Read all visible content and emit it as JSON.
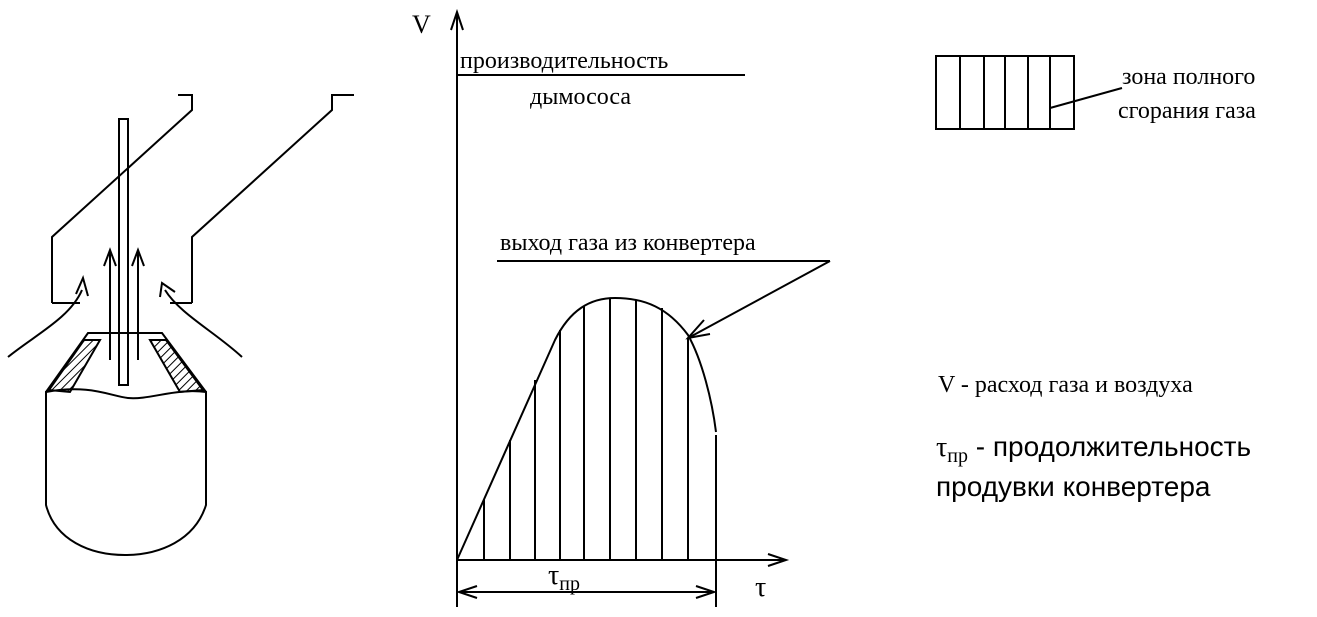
{
  "graph": {
    "y_axis_label": "V",
    "x_axis_label": "τ",
    "fan_capacity_line1": "производительность",
    "fan_capacity_line2": "дымососа",
    "gas_output_label": "выход газа из конвертера",
    "duration_symbol": "τ",
    "duration_subscript": "пр"
  },
  "legend": {
    "zone_line1": "зона полного",
    "zone_line2": "сгорания газа",
    "v_definition": "V - расход газа и воздуха",
    "tau_symbol": "τ",
    "tau_subscript": "пр",
    "tau_definition_line1": " - продолжительность",
    "tau_definition_line2": "продувки конвертера"
  }
}
